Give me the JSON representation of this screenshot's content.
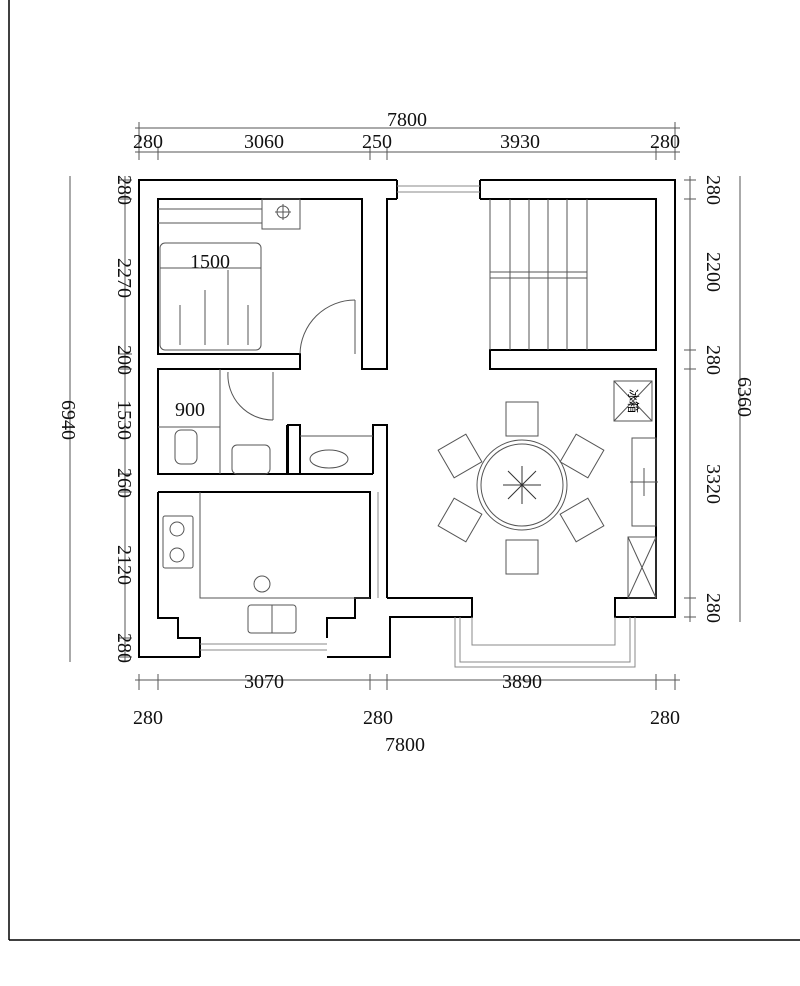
{
  "plan": {
    "top_total": "7800",
    "top_segments": [
      "280",
      "3060",
      "250",
      "3930",
      "280"
    ],
    "bottom_segments": [
      "3070",
      "3890"
    ],
    "bottom_walls": [
      "280",
      "280",
      "280"
    ],
    "bottom_total": "7800",
    "left_total": "6940",
    "left_segments": [
      "280",
      "2270",
      "200",
      "1530",
      "260",
      "2120",
      "280"
    ],
    "right_total": "6360",
    "right_segments": [
      "280",
      "2200",
      "280",
      "3320",
      "280"
    ],
    "labels": {
      "bed_width": "1500",
      "toilet_width": "900",
      "fridge": "冰箱"
    }
  }
}
